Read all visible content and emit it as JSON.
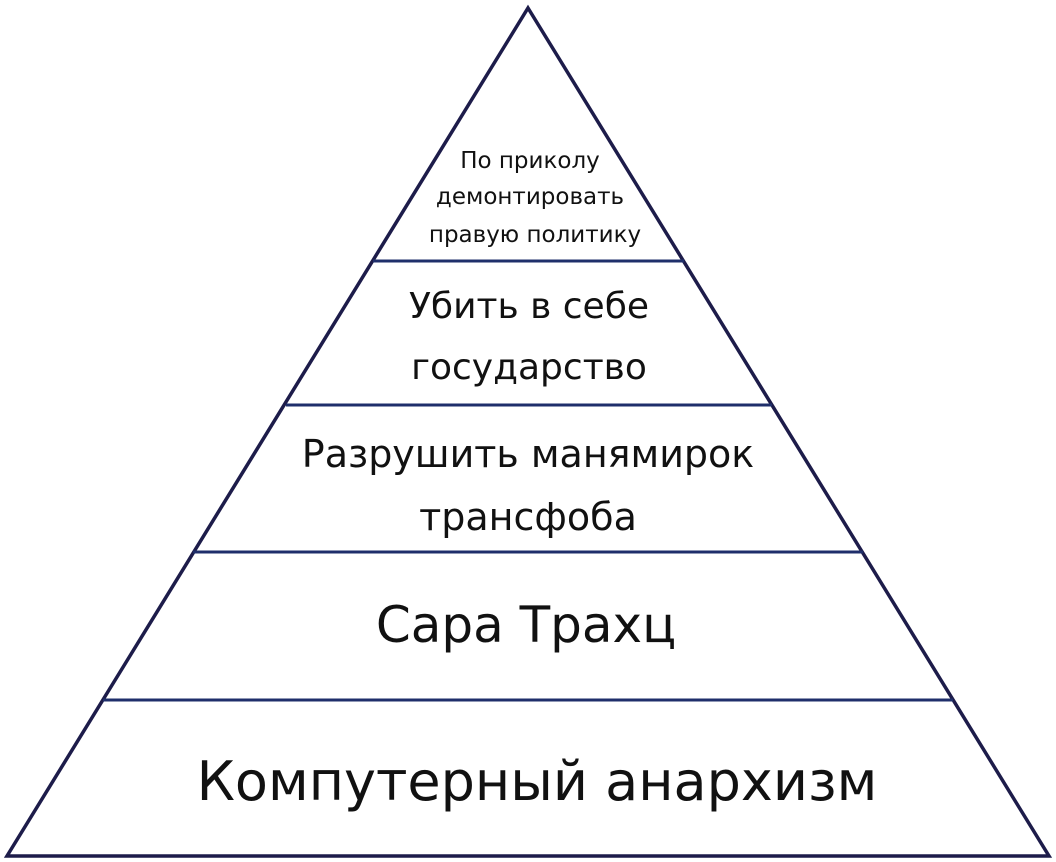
{
  "diagram": {
    "type": "pyramid",
    "colors": {
      "outline": "#1d1c4a",
      "divider": "#1f2f6b",
      "text": "#111111",
      "background": "#ffffff"
    },
    "tiers": [
      {
        "lines": [
          "По приколу",
          "демонтировать",
          "правую политику"
        ]
      },
      {
        "lines": [
          "Убить в себе",
          "государство"
        ]
      },
      {
        "lines": [
          "Разрушить манямирок",
          "трансфоба"
        ]
      },
      {
        "lines": [
          "Сара Трахц"
        ]
      },
      {
        "lines": [
          "Компутерный анархизм"
        ]
      }
    ]
  }
}
